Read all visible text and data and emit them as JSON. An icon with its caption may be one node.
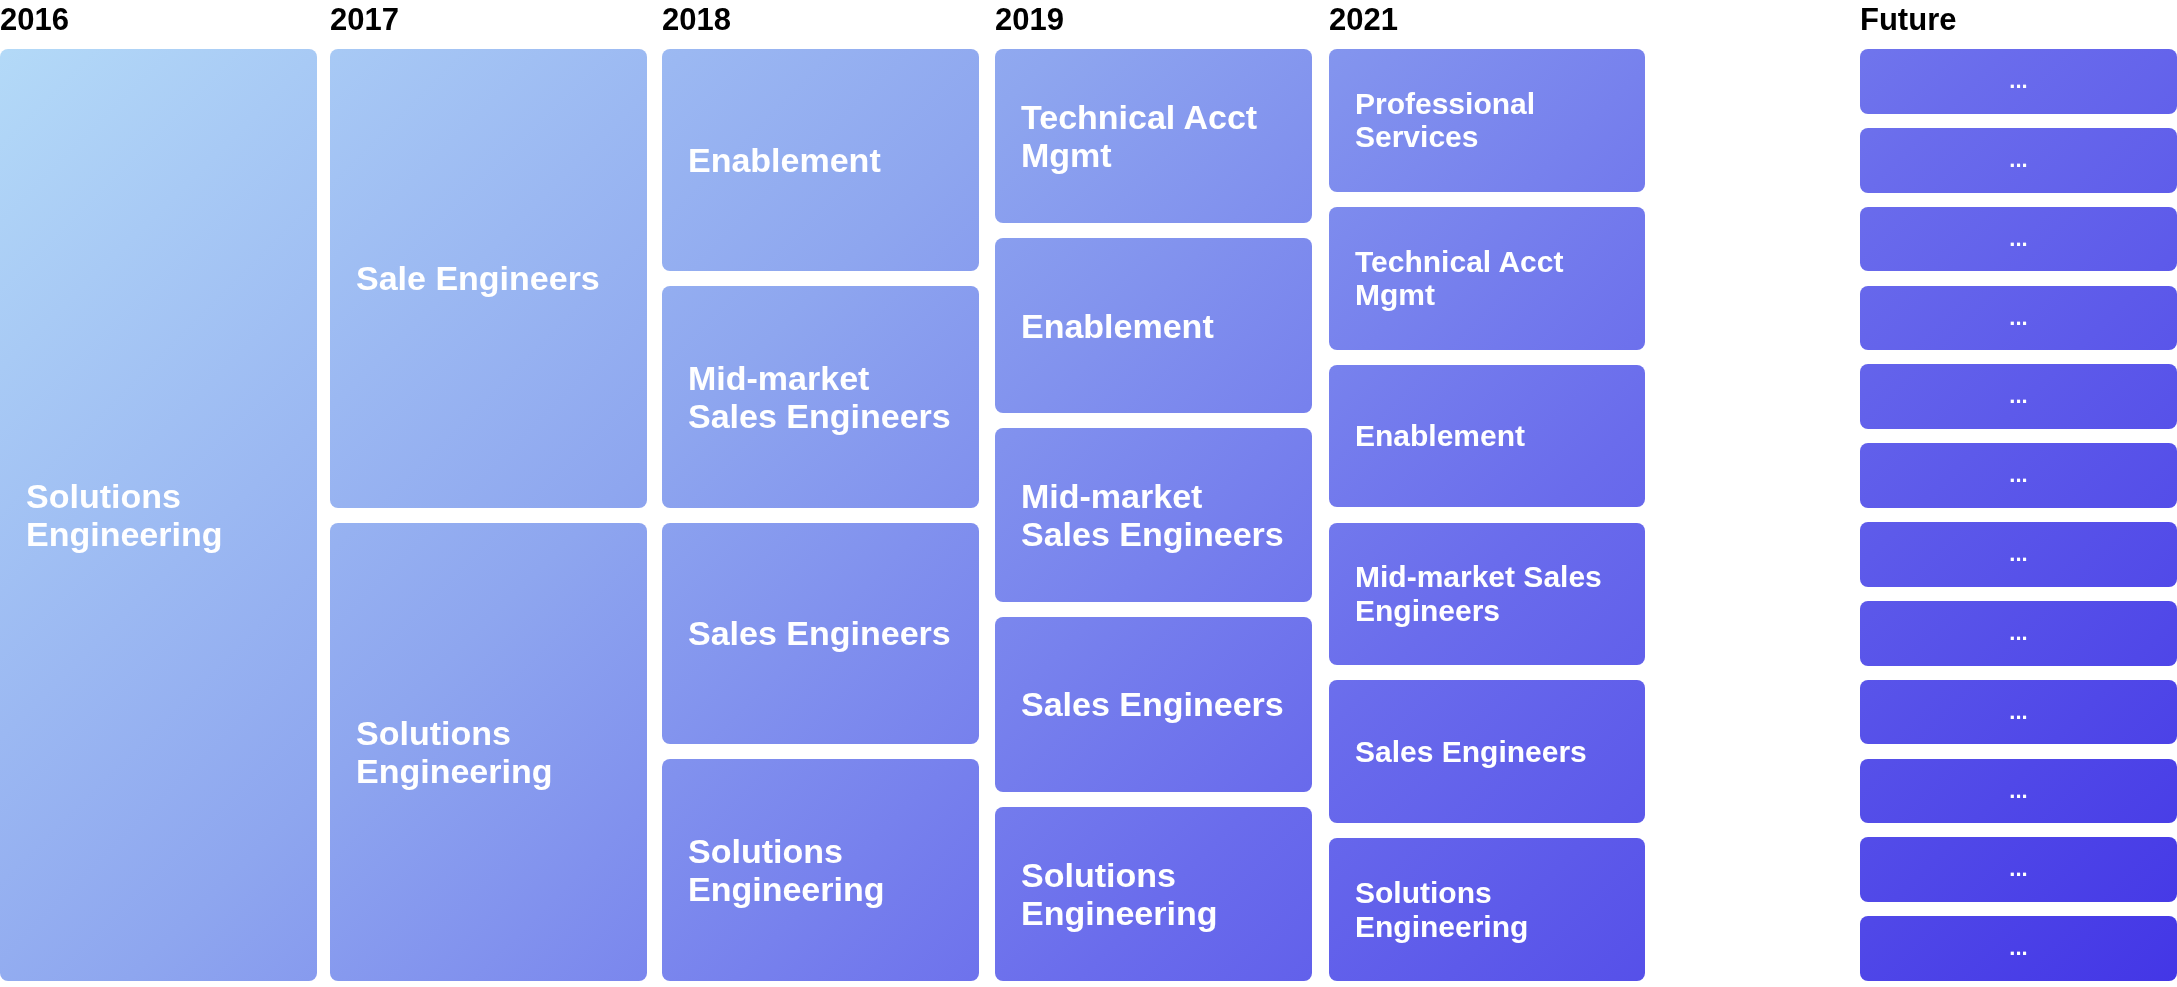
{
  "diagram": {
    "nodes": [
      {
        "text": [
          "Solutions Engineering"
        ]
      },
      {
        "text": [
          "Sale Engineers"
        ]
      },
      {
        "text": [
          "Solutions Engineering"
        ]
      },
      {
        "text": [
          "Enablement"
        ]
      },
      {
        "text": [
          "Mid-market Sales Engineers"
        ]
      },
      {
        "text": [
          "Sales Engineers"
        ]
      },
      {
        "text": [
          "Solutions Engineering"
        ]
      },
      {
        "text": [
          "Technical Acct Mgmt"
        ]
      },
      {
        "text": [
          "Enablement"
        ]
      },
      {
        "text": [
          "Mid-market Sales Engineers"
        ]
      },
      {
        "text": [
          "Sales Engineers"
        ]
      },
      {
        "text": [
          "Solutions Engineering"
        ]
      },
      {
        "text": [
          "Professional Services"
        ]
      },
      {
        "text": [
          "Technical Acct Mgmt"
        ]
      },
      {
        "text": [
          "Enablement"
        ]
      },
      {
        "text": [
          "Mid-market Sales Engineers"
        ]
      },
      {
        "text": [
          "Sales Engineers"
        ]
      },
      {
        "text": [
          "Solutions Engineering"
        ]
      },
      {
        "text": [
          "..."
        ]
      },
      {
        "text": [
          "..."
        ]
      },
      {
        "text": [
          "..."
        ]
      },
      {
        "text": [
          "..."
        ]
      },
      {
        "text": [
          "..."
        ]
      },
      {
        "text": [
          "..."
        ]
      },
      {
        "text": [
          "..."
        ]
      },
      {
        "text": [
          "..."
        ]
      },
      {
        "text": [
          "..."
        ]
      },
      {
        "text": [
          "..."
        ]
      },
      {
        "text": [
          "..."
        ]
      },
      {
        "text": [
          "..."
        ]
      }
    ],
    "labels": [
      "2016",
      "2017",
      "2018",
      "2019",
      "2021",
      "Future"
    ]
  }
}
